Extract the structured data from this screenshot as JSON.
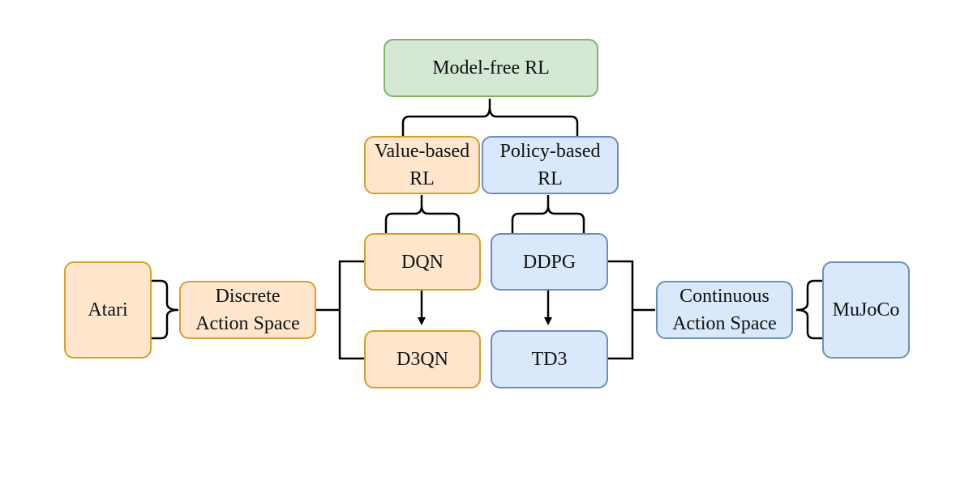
{
  "nodes": {
    "root": "Model-free RL",
    "value_based": "Value-based\nRL",
    "policy_based": "Policy-based\nRL",
    "dqn": "DQN",
    "d3qn": "D3QN",
    "ddpg": "DDPG",
    "td3": "TD3",
    "discrete_space": "Discrete\nAction Space",
    "continuous_space": "Continuous\nAction Space",
    "atari": "Atari",
    "mujoco": "MuJoCo"
  },
  "colors": {
    "root_fill": "#d5e8d4",
    "root_stroke": "#82b366",
    "value_fill": "#ffe6cc",
    "value_stroke": "#d6a02b",
    "policy_fill": "#dae8fc",
    "policy_stroke": "#6c8ebf",
    "connector": "#000000"
  }
}
